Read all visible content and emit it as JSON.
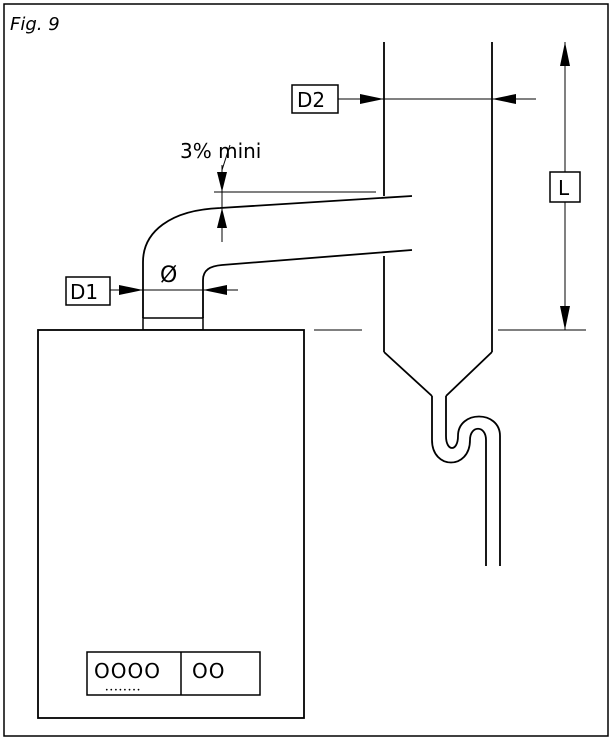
{
  "figure": {
    "caption": "Fig. 9"
  },
  "labels": {
    "d1": "D1",
    "d2": "D2",
    "length": "L",
    "slope": "3% mini",
    "diameter_symbol": "Ø"
  },
  "panel": {
    "indicators_left": "OOOO",
    "indicators_right": "OO",
    "dots": "••••••••"
  }
}
